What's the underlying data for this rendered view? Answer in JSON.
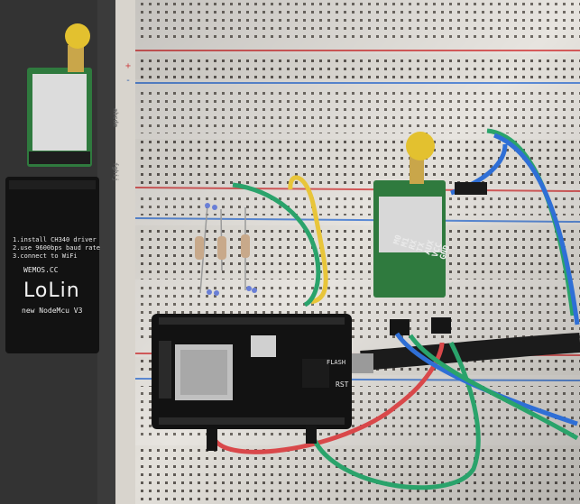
{
  "nodemcu_box": {
    "steps": [
      "1.install CH340 driver",
      "2.use 9600bps baud rate",
      "3.connect to WiFi"
    ],
    "site": "WEMOS.CC",
    "brand": "LoLin",
    "model": "new NodeMcu V3"
  },
  "lora_module": {
    "pins": [
      "M0",
      "M1",
      "RX",
      "TX",
      "AUX",
      "VCC",
      "GND"
    ]
  },
  "breadboard": {
    "rail_plus": "+",
    "rail_minus": "-",
    "row_letters_top": "abcde",
    "row_letters_bottom": "fghij"
  },
  "nodemcu_board": {
    "chip_label": "RST",
    "flash_label": "FLASH"
  },
  "colors": {
    "breadboard": "#e7e4df",
    "rail_red": "#d65a5a",
    "rail_blue": "#5a8ad6",
    "pcb_green": "#2f7a3e",
    "board_black": "#121212",
    "wire_yellow": "#e8c53a",
    "wire_green": "#2aa36b",
    "wire_blue": "#2f6fd6",
    "wire_red": "#d9484a"
  }
}
